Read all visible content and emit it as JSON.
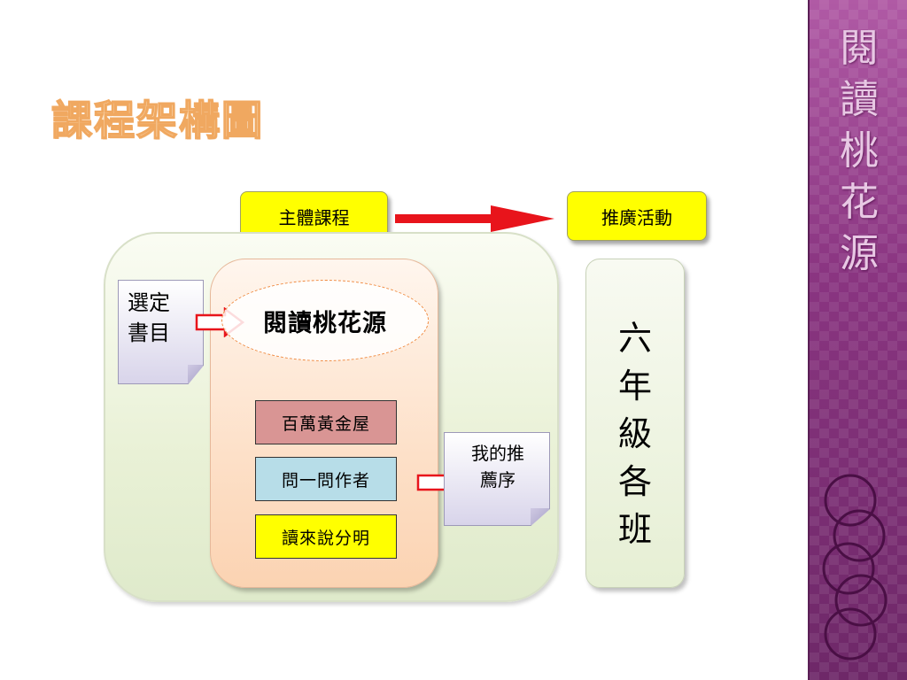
{
  "slide": {
    "title": "課程架構圖"
  },
  "side_panel": {
    "title_chars": [
      "閱",
      "讀",
      "桃",
      "花",
      "源"
    ]
  },
  "headers": {
    "main_course": "主體課程",
    "promotion": "推廣活動"
  },
  "diagram": {
    "select_book": {
      "line1": "選定",
      "line2": "書目"
    },
    "core_topic": "閱讀桃花源",
    "activities": [
      {
        "label": "百萬黃金屋",
        "color": "#d99594"
      },
      {
        "label": "問一問作者",
        "color": "#b7dde8"
      },
      {
        "label": "讀來說分明",
        "color": "#ffff00"
      }
    ],
    "recommendation": {
      "line1": "我的推",
      "line2": "薦序"
    },
    "promotion_target_chars": [
      "六",
      "年",
      "級",
      "各",
      "班"
    ]
  },
  "colors": {
    "accent_red": "#e8141b",
    "header_yellow": "#ffff00",
    "side_purple": "#8e3a85",
    "title_orange": "#f0a860"
  }
}
